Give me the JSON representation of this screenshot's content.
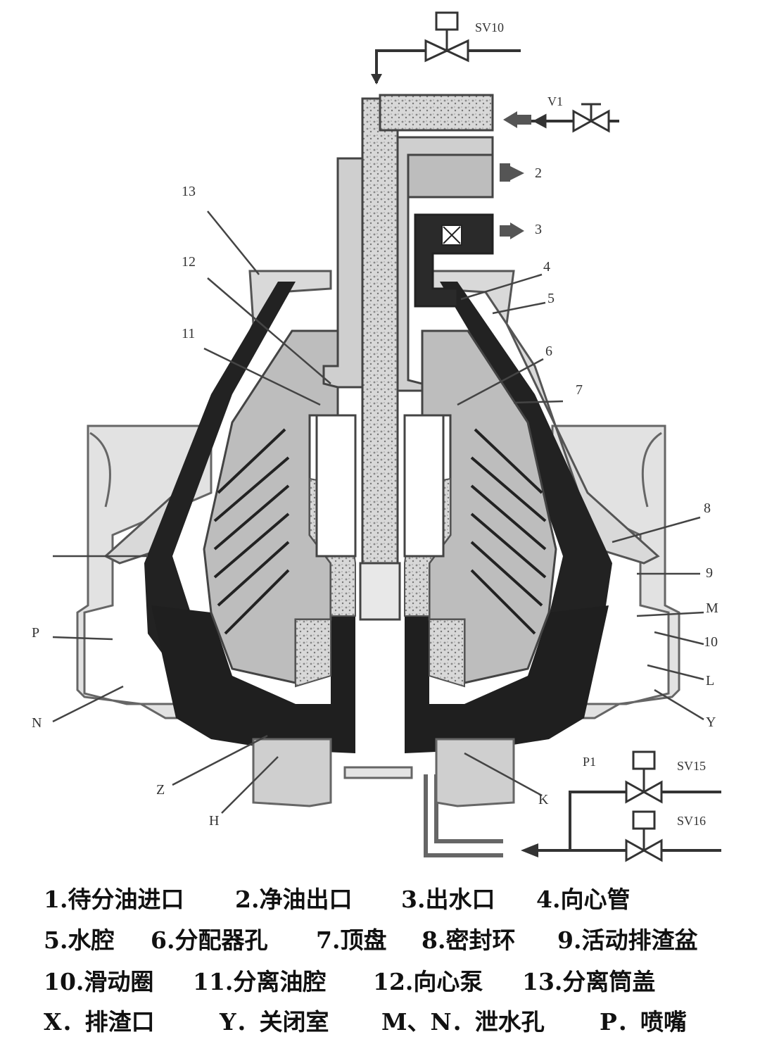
{
  "diagram": {
    "colors": {
      "dark": "#222222",
      "mid": "#8c8c8c",
      "light": "#cfcfcf",
      "pale": "#e4e4e4",
      "speckle": "#b5b5b5"
    },
    "valves": {
      "sv10": "SV10",
      "v1": "V1",
      "sv15": "SV15",
      "sv16": "SV16",
      "p1": "P1"
    },
    "callouts": {
      "n2": "2",
      "n3": "3",
      "n4": "4",
      "n5": "5",
      "n6": "6",
      "n7": "7",
      "n8": "8",
      "n9": "9",
      "n10": "10",
      "n11": "11",
      "n12": "12",
      "n13": "13",
      "m": "M",
      "l": "L",
      "y": "Y",
      "k": "K",
      "p": "P",
      "n": "N",
      "z": "Z",
      "h": "H"
    }
  },
  "legend": {
    "row1": [
      "1.待分油进口",
      "2.净油出口",
      "3.出水口",
      "4.向心管"
    ],
    "row2": [
      "5.水腔",
      "6.分配器孔",
      "7.顶盘",
      "8.密封环",
      "9.活动排渣盆"
    ],
    "row3": [
      "10.滑动圈",
      "11.分离油腔",
      "12.向心泵",
      "13.分离筒盖"
    ],
    "row4": [
      "X．排渣口",
      "Y．关闭室",
      "M、N．泄水孔",
      "P．喷嘴"
    ]
  }
}
